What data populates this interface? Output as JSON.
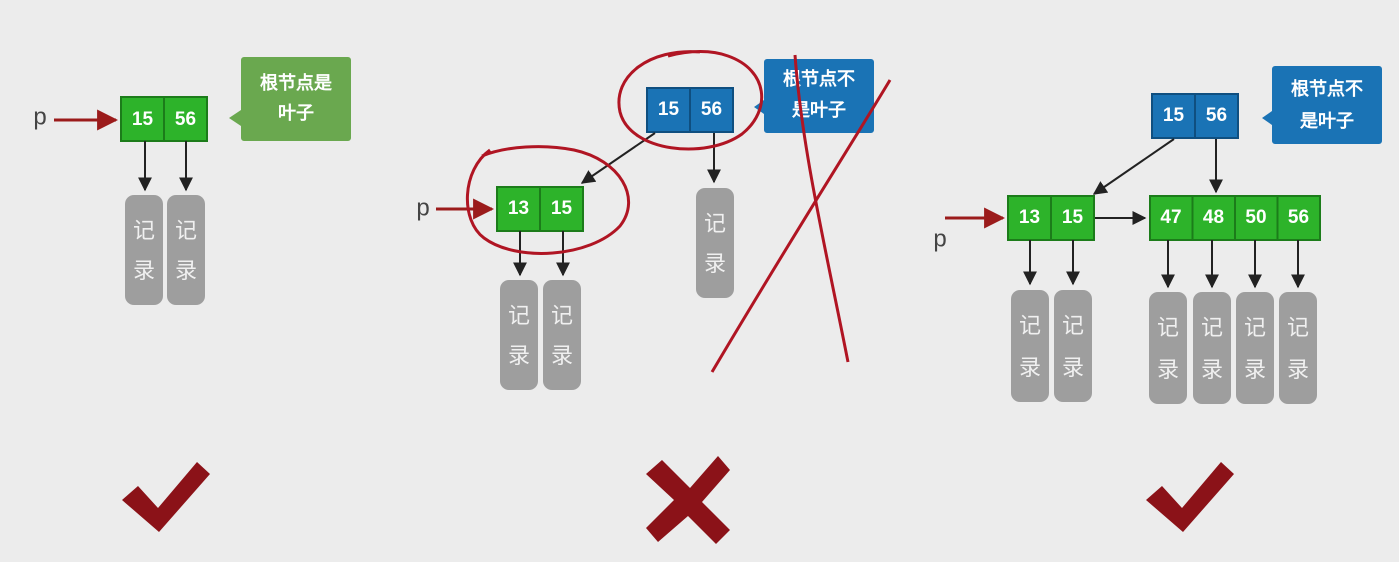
{
  "pointer_label": "p",
  "record_text": [
    "记",
    "录"
  ],
  "panels": [
    {
      "callout": [
        "根节点是",
        "叶子"
      ],
      "root_keys": [
        "15",
        "56"
      ],
      "verdict": "check"
    },
    {
      "callout": [
        "根节点不",
        "是叶子"
      ],
      "root_keys": [
        "15",
        "56"
      ],
      "leaf_keys": [
        "13",
        "15"
      ],
      "verdict": "cross"
    },
    {
      "callout": [
        "根节点不",
        "是叶子"
      ],
      "root_keys": [
        "15",
        "56"
      ],
      "leaf1_keys": [
        "13",
        "15"
      ],
      "leaf2_keys": [
        "47",
        "48",
        "50",
        "56"
      ],
      "verdict": "check"
    }
  ],
  "colors": {
    "leaf_node": "#2db32a",
    "inner_node": "#1a73b5",
    "callout_green": "#6aa84f",
    "callout_blue": "#1a73b5",
    "record": "#9e9e9e",
    "annotation_red": "#b01523",
    "verdict_red": "#8b1218",
    "arrow": "#222222",
    "pointer_arrow": "#9b1b1b"
  }
}
